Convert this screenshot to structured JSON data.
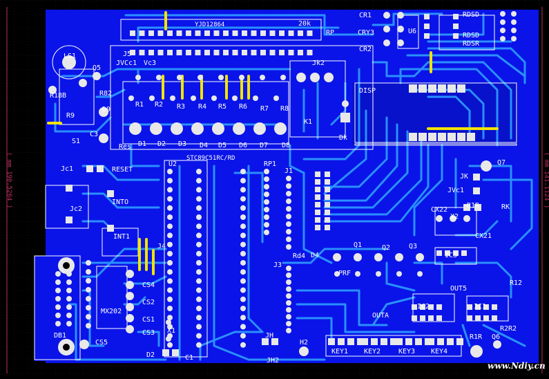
{
  "board": {
    "colors": {
      "background": "#000000",
      "copper": "#0a14e8",
      "trace": "#1e8cff",
      "pad": "#e8e8e8",
      "silk": "#ffffff",
      "jumper": "#f2e400",
      "dimension": "#c03060"
    },
    "dims": {
      "left": "( mm 190.5264 )",
      "right": "( mm 141.1124 )"
    },
    "watermark": "www.Ndiy.cn",
    "labels": {
      "yjd": "YJD12864",
      "r20k": "20k",
      "rp": "RP",
      "j5": "J5",
      "cr1": "CR1",
      "cry3": "CRY3",
      "u6": "U6",
      "cr2": "CR2",
      "rdsd": "RDSD",
      "rdsd2": "RDSD",
      "rds": "RDSR",
      "ls1": "LS1",
      "q5": "Q5",
      "jvcc1": "JVCc1",
      "vcc3": "Vc3",
      "r1": "R1",
      "r2": "R2",
      "r3": "R3",
      "r4": "R4",
      "r5": "R5",
      "r6": "R6",
      "r7": "R7",
      "r8": "R8",
      "jk2": "Jk2",
      "disp": "DISP",
      "r682": "R82",
      "r18b": "R18B",
      "r9": "R9",
      "d9": "D9",
      "c3": "C3",
      "s1": "S1",
      "res": "Res",
      "d1": "D1",
      "d2": "D2",
      "d3": "D3",
      "d4": "D4",
      "d5": "D5",
      "d6": "D6",
      "d7": "D7",
      "d8": "D8",
      "k1": "K1",
      "dk": "Dk",
      "u2": "U2",
      "stc": "STC89C51RC/RD",
      "rp1": "RP1",
      "j1": "J1",
      "jc1": "Jc1",
      "reset": "RESET",
      "jc2": "Jc2",
      "into": "INTO",
      "int1": "INT1",
      "j4": "J4",
      "q7": "Q7",
      "jk": "JK",
      "jvc1": "JVc1",
      "rk": "RK",
      "cx22": "CX22",
      "r1r": "R1R",
      "x2": "X2",
      "cx21": "CX21",
      "q1": "Q1",
      "q2": "Q2",
      "q3": "Q3",
      "ic3": "IC3",
      "rd4": "Rd4",
      "d4b": "D4",
      "j3": "J3",
      "cs4": "CS4",
      "cs2": "CS2",
      "cs1": "CS1",
      "cs3": "CS3",
      "max": "MX202",
      "db1": "DB1",
      "cs5": "CS5",
      "x1": "X1",
      "d2b": "D2",
      "c1": "C1",
      "jh": "JH",
      "jh2": "JH2",
      "h2": "H2",
      "key1": "KEY1",
      "key2": "KEY2",
      "key3": "KEY3",
      "key4": "KEY4",
      "out5": "OUT5",
      "ic2": "IC2",
      "ic1": "IC1",
      "outa": "OUTA",
      "r1rb": "R1R",
      "q6": "Q6",
      "r12": "R12",
      "r22": "R2R2",
      "prf": "PRF"
    }
  }
}
